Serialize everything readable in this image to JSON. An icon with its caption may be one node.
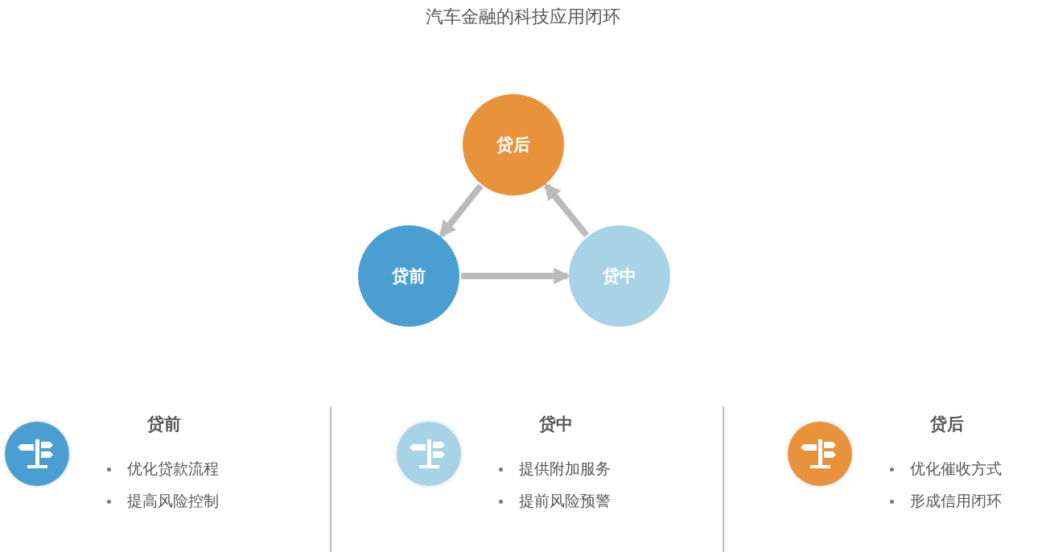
{
  "diagram": {
    "title": "汽车金融的科技应用闭环",
    "nodes": [
      {
        "text": [
          "贷后"
        ]
      },
      {
        "text": [
          "贷前"
        ]
      },
      {
        "text": [
          "贷中"
        ]
      }
    ],
    "edges": [
      {
        "from": 0,
        "to": 1,
        "arrow": "to"
      },
      {
        "from": 1,
        "to": 2,
        "arrow": "to"
      },
      {
        "from": 2,
        "to": 0,
        "arrow": "to"
      }
    ],
    "labels": [
      "贷前",
      "优化贷款流程",
      "提高风险控制",
      "贷中",
      "提供附加服务",
      "提前风险预警",
      "贷后",
      "优化催收方式",
      "形成信用闭环"
    ]
  }
}
